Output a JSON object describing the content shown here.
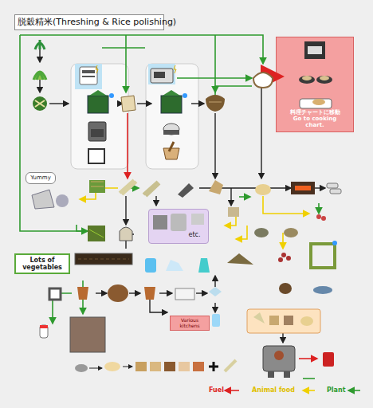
{
  "diagram": {
    "title": "脱穀精米(Threshing & Rice polishing)",
    "nodes": [
      {
        "text": [
          "料理チャートに移動 Go to cooking chart."
        ]
      },
      {
        "text": [
          "Yummy"
        ]
      },
      {
        "text": [
          "etc."
        ]
      },
      {
        "text": [
          "Lots of vegetables"
        ]
      },
      {
        "text": [
          "Various kitchens"
        ]
      }
    ],
    "legend": [
      {
        "text": "Fuel"
      },
      {
        "text": "Animal food"
      },
      {
        "text": "Plant"
      }
    ]
  }
}
